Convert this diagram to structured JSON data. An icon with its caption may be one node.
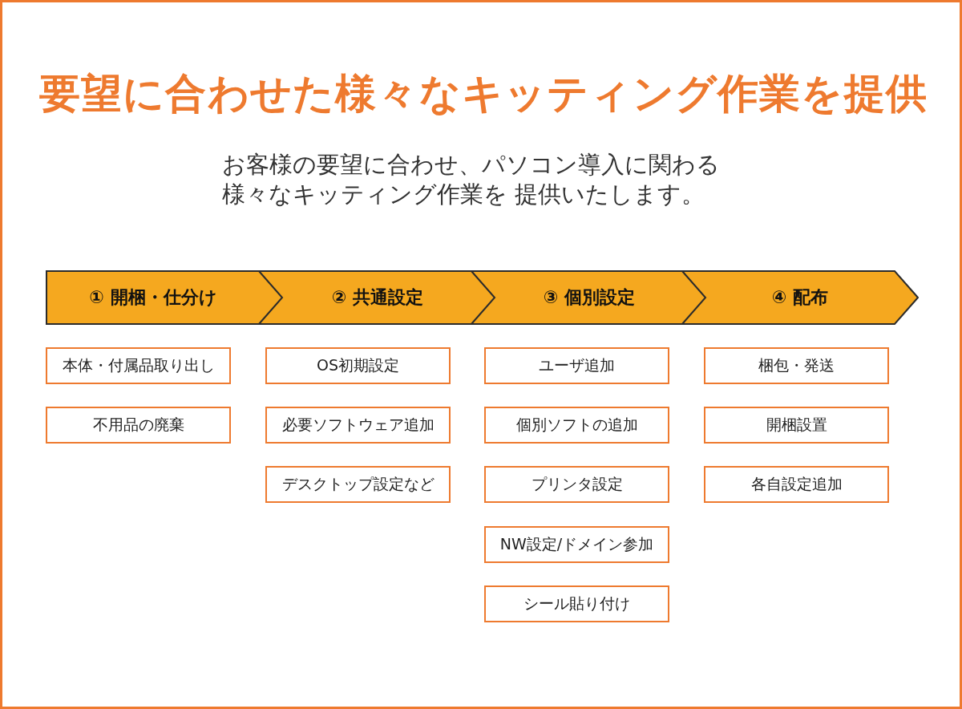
{
  "diagram": {
    "title": "要望に合わせた様々なキッティング作業を提供",
    "nodes": [
      {
        "text": [
          "① 開梱・仕分け"
        ]
      },
      {
        "text": [
          "② 共通設定"
        ]
      },
      {
        "text": [
          "③ 個別設定"
        ]
      },
      {
        "text": [
          "④ 配布"
        ]
      },
      {
        "text": [
          "本体・付属品取り出し"
        ]
      },
      {
        "text": [
          "不用品の廃棄"
        ]
      },
      {
        "text": [
          "OS初期設定"
        ]
      },
      {
        "text": [
          "必要ソフトウェア追加"
        ]
      },
      {
        "text": [
          "デスクトップ設定など"
        ]
      },
      {
        "text": [
          "ユーザ追加"
        ]
      },
      {
        "text": [
          "個別ソフトの追加"
        ]
      },
      {
        "text": [
          "プリンタ設定"
        ]
      },
      {
        "text": [
          "NW設定/ドメイン参加"
        ]
      },
      {
        "text": [
          "シール貼り付け"
        ]
      },
      {
        "text": [
          "梱包・発送"
        ]
      },
      {
        "text": [
          "開梱設置"
        ]
      },
      {
        "text": [
          "各自設定追加"
        ]
      }
    ],
    "labels": [
      "お客様の要望に合わせ、パソコン導入に関わる様々なキッティング作業を 提供いたします。"
    ]
  }
}
